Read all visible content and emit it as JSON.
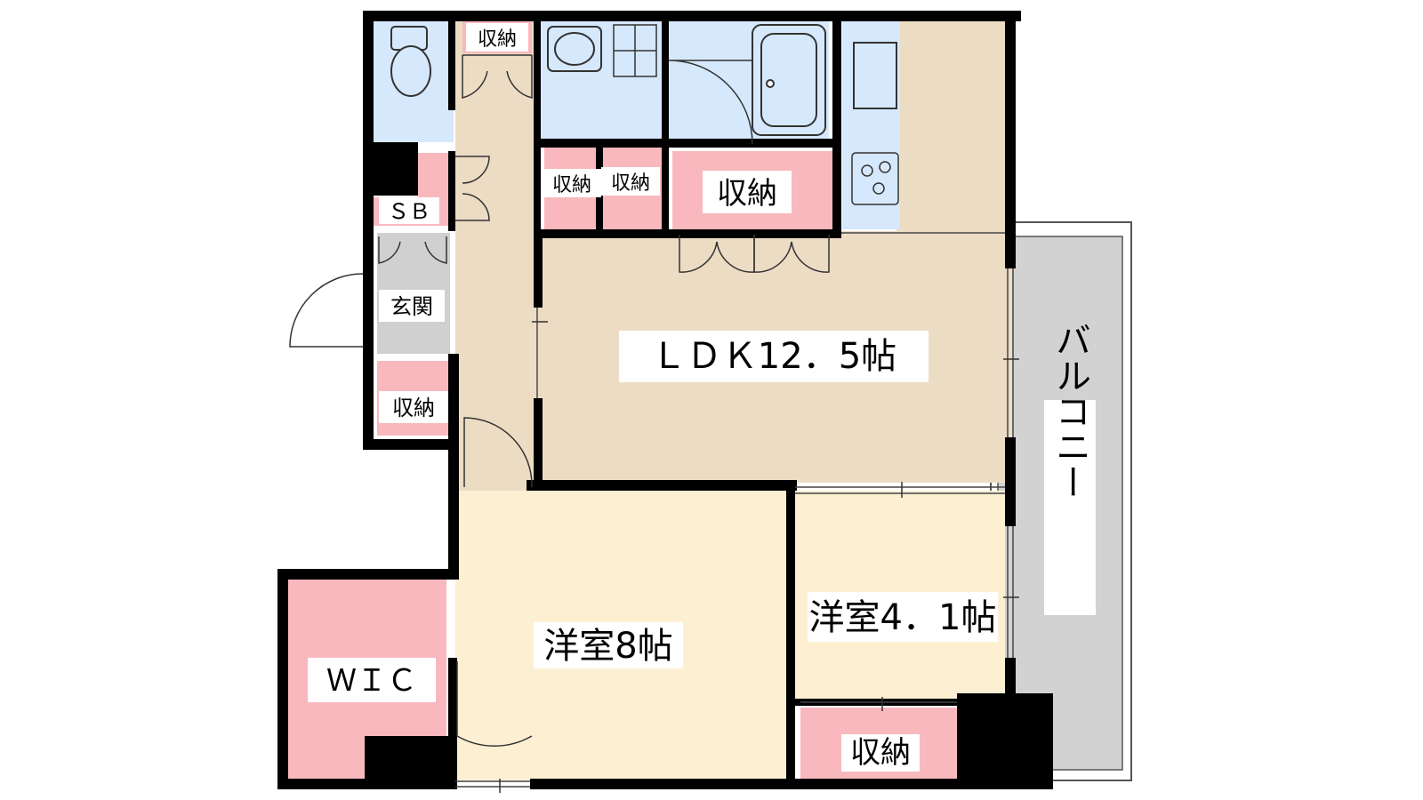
{
  "floor_plan": {
    "rooms": {
      "ldk": "ＬＤＫ12．5帖",
      "western_room_8": "洋室8帖",
      "western_room_41": "洋室4．1帖",
      "balcony": "バルコニー",
      "wic": "ＷＩＣ",
      "entrance": "玄関",
      "shoe_box": "ＳＢ"
    },
    "storage_labels": {
      "storage_top": "収納",
      "storage_wash_left": "収納",
      "storage_wash_right": "収納",
      "storage_large": "収納",
      "storage_entrance": "収納",
      "storage_bedroom": "収納"
    },
    "colors": {
      "wall": "#000000",
      "ldk_floor": "#eddcc4",
      "bedroom_floor": "#fdf0d2",
      "storage": "#f9b8be",
      "wet_area": "#d6e8fb",
      "entrance_floor": "#d0d0d0",
      "balcony": "#d2d2d2"
    }
  }
}
